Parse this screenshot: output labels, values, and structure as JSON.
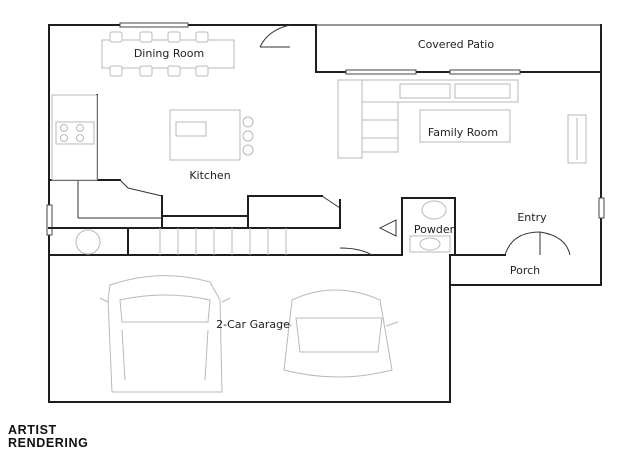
{
  "rooms": {
    "dining": "Dining Room",
    "patio": "Covered Patio",
    "family": "Family Room",
    "kitchen": "Kitchen",
    "entry": "Entry",
    "powder": "Powder",
    "porch": "Porch",
    "garage": "2-Car Garage"
  },
  "caption": {
    "line1": "ARTIST",
    "line2": "RENDERING"
  }
}
